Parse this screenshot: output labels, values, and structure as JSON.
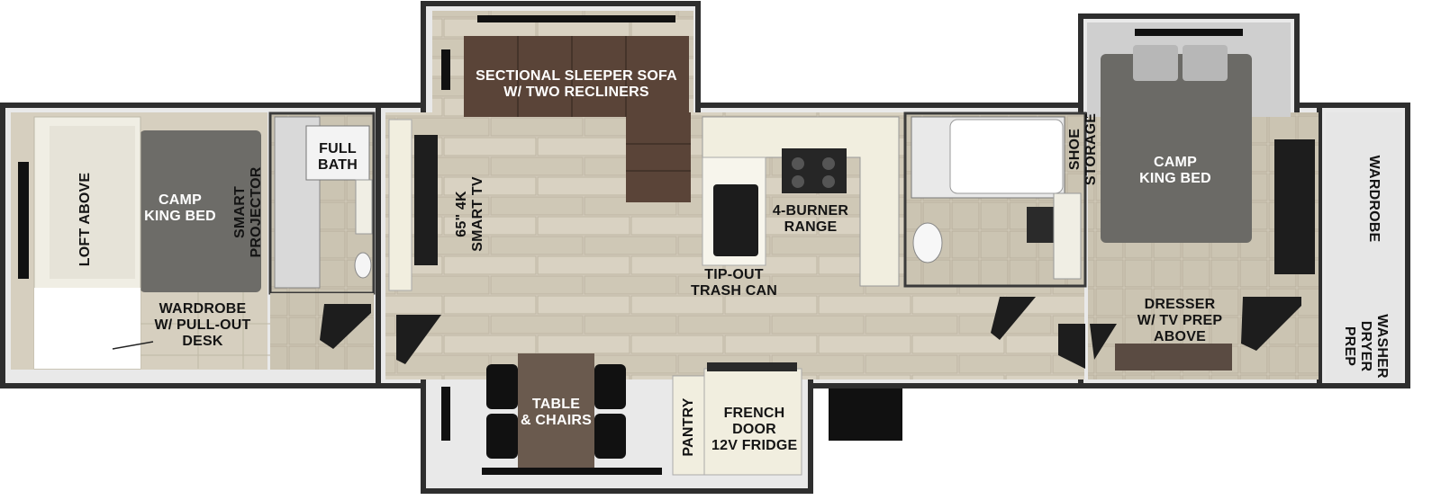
{
  "colors": {
    "wall": "#3f3f3f",
    "wall_inner": "#e8e8e8",
    "floor": "#d8d2c3",
    "tile": "#ccc5b4",
    "carpet": "#8e8a80",
    "sofa": "#5a4438",
    "bed": "#6b6a66",
    "counter": "#f1eedf",
    "dark_fixture": "#1d1d1d",
    "table": "#6a5a4e"
  },
  "labels": {
    "loft_above": "LOFT ABOVE",
    "camp_king_bed_front": [
      "CAMP",
      "KING BED"
    ],
    "smart_projector": [
      "SMART",
      "PROJECTOR"
    ],
    "full_bath": [
      "FULL",
      "BATH"
    ],
    "wardrobe_desk": [
      "WARDROBE",
      "W/ PULL-OUT",
      "DESK"
    ],
    "tv": [
      "65\" 4K",
      "SMART TV"
    ],
    "sofa": [
      "SECTIONAL SLEEPER SOFA",
      "W/ TWO RECLINERS"
    ],
    "range": [
      "4-BURNER",
      "RANGE"
    ],
    "trash": [
      "TIP-OUT",
      "TRASH CAN"
    ],
    "table": [
      "TABLE",
      "& CHAIRS"
    ],
    "pantry": "PANTRY",
    "fridge": [
      "FRENCH",
      "DOOR",
      "12V FRIDGE"
    ],
    "shoe_storage": [
      "SHOE",
      "STORAGE"
    ],
    "camp_king_bed_rear": [
      "CAMP",
      "KING BED"
    ],
    "wardrobe_rear": "WARDROBE",
    "dresser": [
      "DRESSER",
      "W/ TV PREP",
      "ABOVE"
    ],
    "washer_dryer": [
      "WASHER",
      "DRYER",
      "PREP"
    ]
  }
}
